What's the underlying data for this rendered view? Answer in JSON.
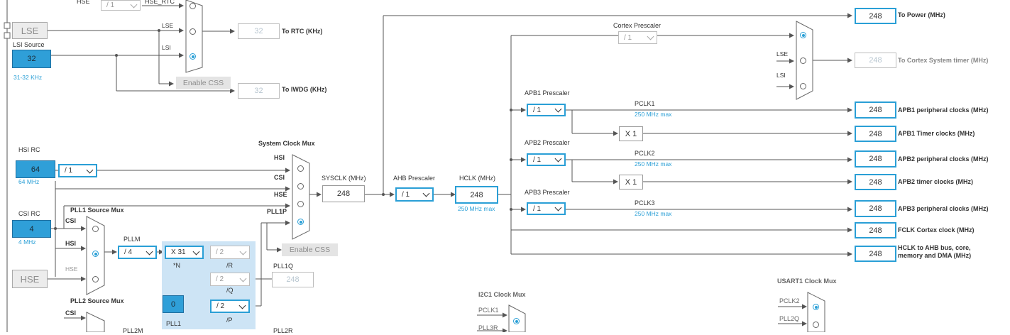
{
  "colors": {
    "accent": "#2a9fd6",
    "source_fill": "#2f9fd8",
    "wire": "#555555",
    "pll_bg": "#cde4f5",
    "disabled": "#b8c6d0"
  },
  "top": {
    "hse_div": "/ 1",
    "hse_rtc_label": "HSE_RTC",
    "hse_label": "HSE"
  },
  "lse": {
    "label": "LSE"
  },
  "lsi": {
    "title": "LSI Source",
    "value": "32",
    "range": "31-32 KHz"
  },
  "rtc_mux": {
    "lse": "LSE",
    "lsi": "LSI",
    "out_value": "32",
    "out_label": "To RTC (KHz)"
  },
  "enable_css_top": "Enable CSS",
  "iwdg": {
    "value": "32",
    "label": "To IWDG (KHz)"
  },
  "hsi": {
    "title": "HSI RC",
    "value": "64",
    "freq": "64 MHz",
    "div": "/ 1"
  },
  "csi": {
    "title": "CSI RC",
    "value": "4",
    "freq": "4 MHz"
  },
  "hse_src": {
    "label": "HSE"
  },
  "pll1_mux": {
    "title": "PLL1 Source Mux",
    "csi": "CSI",
    "hsi": "HSI",
    "hse": "HSE"
  },
  "pll2_mux": {
    "title": "PLL2 Source Mux",
    "csi": "CSI",
    "pll2m": "PLL2M"
  },
  "pllm": {
    "label": "PLLM",
    "value": "/ 4"
  },
  "pll1": {
    "n_value": "X 31",
    "n_label": "*N",
    "r_value": "/ 2",
    "r_label": "/R",
    "q_value": "/ 2",
    "q_label": "/Q",
    "p_value": "/ 2",
    "p_label": "/P",
    "frac": "0",
    "title": "PLL1",
    "q_out_label": "PLL1Q",
    "q_out_value": "248",
    "p_out_label": "PLL1P",
    "pll2r": "PLL2R"
  },
  "sysclk_mux": {
    "title": "System Clock Mux",
    "hsi": "HSI",
    "csi": "CSI",
    "hse": "HSE",
    "enable_css": "Enable CSS"
  },
  "sysclk": {
    "label": "SYSCLK (MHz)",
    "value": "248"
  },
  "ahb": {
    "label": "AHB Prescaler",
    "value": "/ 1"
  },
  "hclk": {
    "label": "HCLK (MHz)",
    "value": "248",
    "max": "250 MHz max"
  },
  "cortex": {
    "label": "Cortex Prescaler",
    "value": "/ 1",
    "lse": "LSE",
    "lsi": "LSI",
    "out_value": "248",
    "out_label": "To Cortex System timer (MHz)"
  },
  "power": {
    "value": "248",
    "label": "To Power (MHz)"
  },
  "apb1": {
    "label": "APB1 Prescaler",
    "value": "/ 1",
    "pclk": "PCLK1",
    "max": "250 MHz max",
    "periph_value": "248",
    "periph_label": "APB1 peripheral clocks (MHz)",
    "timer_mult": "X 1",
    "timer_value": "248",
    "timer_label": "APB1 Timer clocks (MHz)"
  },
  "apb2": {
    "label": "APB2 Prescaler",
    "value": "/ 1",
    "pclk": "PCLK2",
    "max": "250 MHz max",
    "periph_value": "248",
    "periph_label": "APB2 peripheral clocks (MHz)",
    "timer_mult": "X 1",
    "timer_value": "248",
    "timer_label": "APB2 timer clocks (MHz)"
  },
  "apb3": {
    "label": "APB3 Prescaler",
    "value": "/ 1",
    "pclk": "PCLK3",
    "max": "250 MHz max",
    "periph_value": "248",
    "periph_label": "APB3 peripheral clocks (MHz)"
  },
  "fclk": {
    "value": "248",
    "label": "FCLK Cortex clock (MHz)"
  },
  "hclk_ahb": {
    "value": "248",
    "label_line1": "HCLK to AHB bus, core,",
    "label_line2": "memory and DMA (MHz)"
  },
  "i2c1_mux": {
    "title": "I2C1 Clock Mux",
    "pclk1": "PCLK1",
    "pll3r": "PLL3R"
  },
  "usart1_mux": {
    "title": "USART1 Clock Mux",
    "pclk2": "PCLK2",
    "pll2q": "PLL2Q"
  }
}
